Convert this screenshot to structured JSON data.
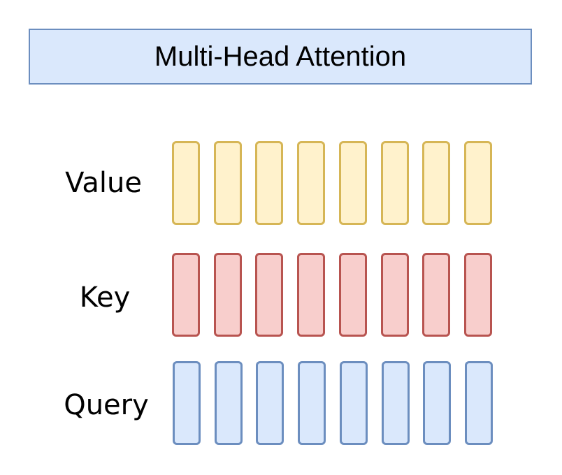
{
  "title": "Multi-Head Attention",
  "rows": [
    {
      "id": "value",
      "label": "Value",
      "head_count": 8,
      "fill": "#fff2cc",
      "stroke": "#d6b656"
    },
    {
      "id": "key",
      "label": "Key",
      "head_count": 8,
      "fill": "#f8cecc",
      "stroke": "#b85450"
    },
    {
      "id": "query",
      "label": "Query",
      "head_count": 8,
      "fill": "#dae8fc",
      "stroke": "#6c8ebf"
    }
  ],
  "colors": {
    "title_fill": "#dae8fc",
    "title_stroke": "#6c8ebf"
  }
}
